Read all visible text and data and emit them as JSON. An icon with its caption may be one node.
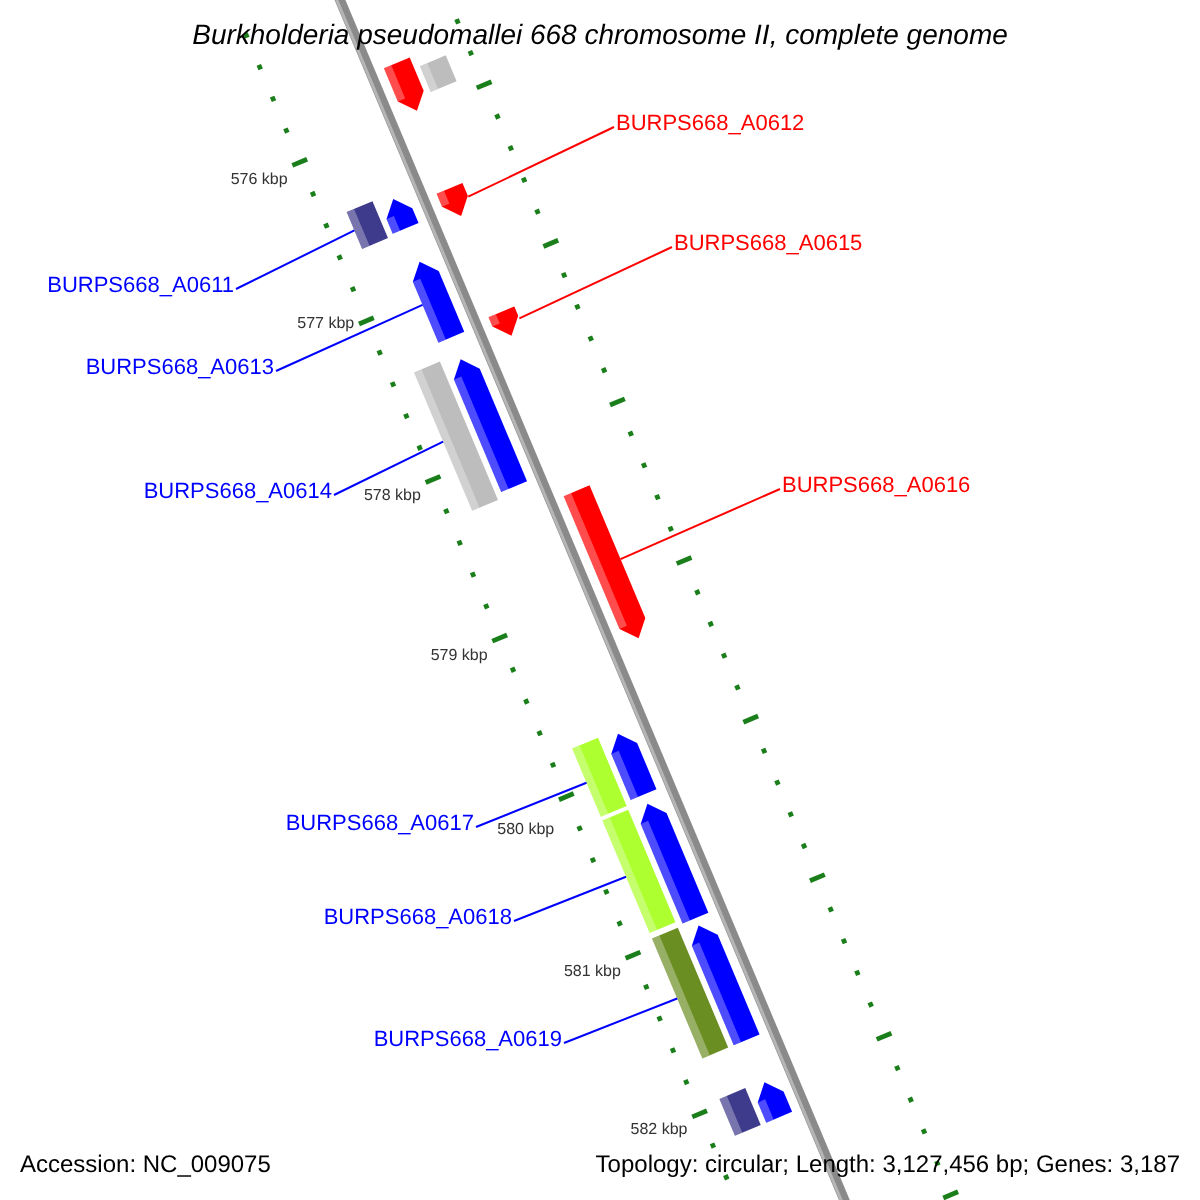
{
  "diagram": {
    "title": "Burkholderia pseudomallei 668 chromosome II, complete genome",
    "nodes": [
      {
        "text": [
          "BURPS668_A0612"
        ]
      },
      {
        "text": [
          "BURPS668_A0615"
        ]
      },
      {
        "text": [
          "BURPS668_A0611"
        ]
      },
      {
        "text": [
          "BURPS668_A0613"
        ]
      },
      {
        "text": [
          "BURPS668_A0616"
        ]
      },
      {
        "text": [
          "BURPS668_A0614"
        ]
      },
      {
        "text": [
          "BURPS668_A0617"
        ]
      },
      {
        "text": [
          "BURPS668_A0618"
        ]
      },
      {
        "text": [
          "BURPS668_A0619"
        ]
      },
      {
        "text": [],
        "shape": "bar"
      },
      {
        "text": [],
        "shape": "bar"
      },
      {
        "text": [],
        "shape": "bar"
      },
      {
        "text": [],
        "shape": "bar"
      },
      {
        "text": [],
        "shape": "bar"
      },
      {
        "text": [],
        "shape": "bar"
      },
      {
        "text": [],
        "shape": "bar"
      },
      {
        "text": [],
        "shape": "bar"
      },
      {
        "text": [],
        "shape": "bar"
      },
      {
        "text": [],
        "shape": "bar"
      },
      {
        "text": [],
        "shape": "bar"
      },
      {
        "text": [],
        "shape": "bar"
      },
      {
        "text": [],
        "shape": "bar"
      },
      {
        "text": [],
        "shape": "bar"
      },
      {
        "text": [],
        "shape": "bar"
      },
      {
        "text": [],
        "shape": "bar"
      },
      {
        "text": [],
        "shape": "bar"
      },
      {
        "text": [],
        "shape": "bar"
      }
    ],
    "edges": [
      {
        "from": 0,
        "to": 9,
        "arrow": "none",
        "color": "#ff0000"
      },
      {
        "from": 1,
        "to": 10,
        "arrow": "none",
        "color": "#ff0000"
      },
      {
        "from": 2,
        "to": 11,
        "arrow": "none"
      },
      {
        "from": 3,
        "to": 12,
        "arrow": "none"
      },
      {
        "from": 4,
        "to": 13,
        "arrow": "none",
        "color": "#ff0000"
      },
      {
        "from": 5,
        "to": 14,
        "arrow": "none"
      },
      {
        "from": 6,
        "to": 15,
        "arrow": "none"
      },
      {
        "from": 7,
        "to": 16,
        "arrow": "none"
      },
      {
        "from": 8,
        "to": 17,
        "arrow": "none"
      }
    ],
    "labels": [
      "576 kbp",
      "577 kbp",
      "578 kbp",
      "579 kbp",
      "580 kbp",
      "581 kbp",
      "582 kbp",
      "Accession: NC_009075",
      "Topology: circular; Length: 3,127,456 bp; Genes: 3,187"
    ]
  }
}
